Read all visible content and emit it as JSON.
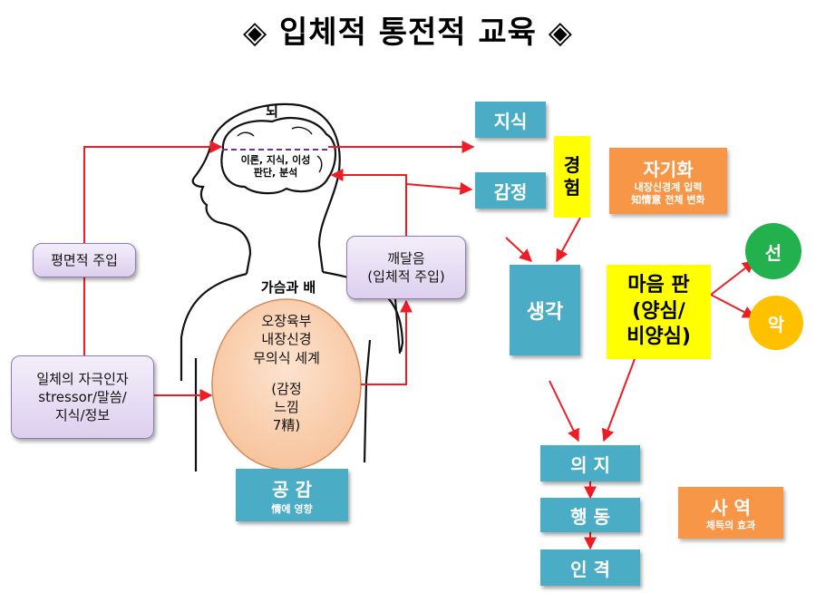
{
  "title": "◈ 입체적 통전적 교육 ◈",
  "brain": {
    "label": "뇌",
    "inner_line1": "이론, 지식, 이성",
    "inner_line2": "판단, 분석"
  },
  "chest": {
    "label": "가슴과 배",
    "line1": "오장육부",
    "line2": "내장신경",
    "line3": "무의식 세계",
    "line4": "(감정",
    "line5": "느낌",
    "line6": "7精)"
  },
  "flat_input": "평면적 주입",
  "stimulus": {
    "line1": "일체의 자극인자",
    "line2": "stressor/말씀/",
    "line3": "지식/정보"
  },
  "realization": {
    "line1": "깨달음",
    "line2": "(입체적 주입)"
  },
  "empathy": {
    "main": "공 감",
    "sub": "情에 영향"
  },
  "knowledge": "지식",
  "emotion": "감정",
  "experience": {
    "c1": "경",
    "c2": "험"
  },
  "self": {
    "main": "자기화",
    "sub1": "내장신경계 입력",
    "sub2": "知情意 전체 변화"
  },
  "thought": "생각",
  "mind": {
    "line1": "마음 판",
    "line2": "(양심/",
    "line3": "비양심)"
  },
  "good": "선",
  "evil": "악",
  "will": "의 지",
  "action": "행 동",
  "character": "인 격",
  "ministry": {
    "main": "사 역",
    "sub": "체득의 효과"
  },
  "colors": {
    "teal": "#4bacc6",
    "yellow": "#ffff00",
    "orange": "#f79646",
    "green": "#22b14c",
    "amber": "#ffc000",
    "arrow": "#ee1c24",
    "purple_border": "#8e7bb5"
  }
}
